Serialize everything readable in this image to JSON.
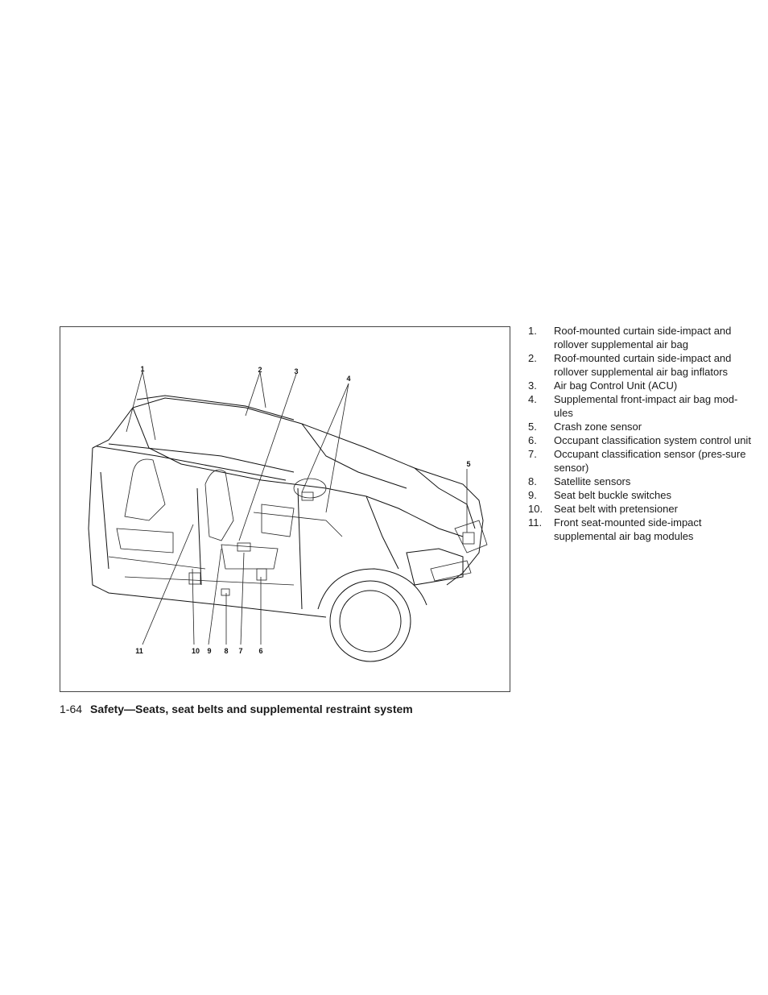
{
  "figure": {
    "callouts": [
      "1",
      "2",
      "3",
      "4",
      "5",
      "11",
      "10",
      "9",
      "8",
      "7",
      "6"
    ]
  },
  "legend": {
    "items": [
      {
        "num": "1.",
        "text": "Roof-mounted curtain side-impact and rollover supplemental air bag"
      },
      {
        "num": "2.",
        "text": "Roof-mounted curtain side-impact and rollover supplemental air bag inflators"
      },
      {
        "num": "3.",
        "text": "Air bag Control Unit (ACU)"
      },
      {
        "num": "4.",
        "text": "Supplemental front-impact air bag mod-ules"
      },
      {
        "num": "5.",
        "text": "Crash zone sensor"
      },
      {
        "num": "6.",
        "text": "Occupant classification system control unit"
      },
      {
        "num": "7.",
        "text": "Occupant classification sensor (pres-sure sensor)"
      },
      {
        "num": "8.",
        "text": "Satellite sensors"
      },
      {
        "num": "9.",
        "text": "Seat belt buckle switches"
      },
      {
        "num": "10.",
        "text": "Seat belt with pretensioner"
      },
      {
        "num": "11.",
        "text": "Front seat-mounted side-impact supplemental air bag modules"
      }
    ]
  },
  "footer": {
    "page_number": "1-64",
    "section_title": "Safety—Seats, seat belts and supplemental restraint system"
  }
}
